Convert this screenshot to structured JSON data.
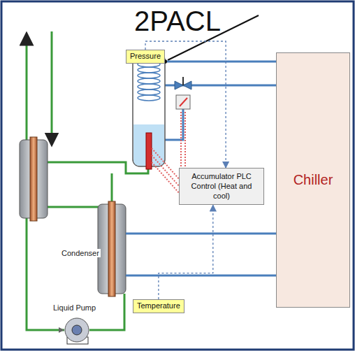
{
  "diagram": {
    "title": "2PACL",
    "nodes": [
      {
        "text": [
          "Pressure"
        ]
      },
      {
        "text": [
          "Chiller"
        ]
      },
      {
        "text": [
          "Accumulator PLC Control (Heat and cool)"
        ]
      },
      {
        "text": [
          "Temperature"
        ]
      }
    ],
    "edges": [
      {
        "from": 0,
        "to": 2,
        "arrow": "to"
      },
      {
        "from": 3,
        "to": 2,
        "arrow": "to"
      }
    ],
    "labels": [
      "Condenser",
      "Liquid Pump"
    ]
  }
}
